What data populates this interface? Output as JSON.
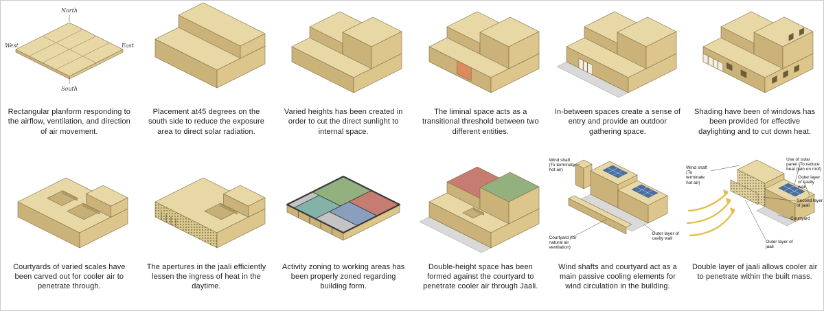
{
  "colors": {
    "sand_top": "#e8d8a6",
    "sand_left": "#cab278",
    "sand_right": "#dcc68b",
    "accent_orange": "#dc8a5e",
    "zone_red": "#c67c70",
    "zone_green": "#93b07f",
    "zone_teal": "#83b3a6",
    "zone_blue": "#8a9fc0",
    "solar_blue": "#4a6fa5",
    "wind_yellow": "#e3bf4e"
  },
  "panels": [
    {
      "caption": "Rectangular planform responding to the airflow, ventilation, and direction of air movement.",
      "compass": {
        "north": "North",
        "south": "South",
        "east": "East",
        "west": "West"
      }
    },
    {
      "caption": "Placement at45 degrees on the south side to reduce the exposure area to direct solar radiation."
    },
    {
      "caption": "Varied heights has been created in order to cut the direct sunlight to internal space."
    },
    {
      "caption": "The liminal space acts as a transitional threshold between two different entities."
    },
    {
      "caption": "In-between spaces create a sense of entry and provide an outdoor gathering space."
    },
    {
      "caption": "Shading have been of windows has been provided for effective daylighting and to cut down heat."
    },
    {
      "caption": "Courtyards of varied scales have been carved out for cooler air to penetrate through."
    },
    {
      "caption": "The apertures in the jaali efficiently lessen the ingress of heat in the daytime."
    },
    {
      "caption": "Activity zoning to working areas has been properly zoned regarding building form."
    },
    {
      "caption": "Double-height space has been formed against the courtyard to penetrate cooler air through Jaali."
    },
    {
      "caption": "Wind shafts and courtyard act as a main passive cooling elements for wind circulation in the building.",
      "labels": {
        "wind_shaft": "Wind shaft (To terminate hot air)",
        "courtyard": "Courtyard (for natural air ventilation)",
        "outer_cavity_wall": "Outer layer of cavity wall"
      }
    },
    {
      "caption": "Double layer of jaali allows cooler air to penetrate within the built mass.",
      "labels": {
        "solar_panel": "Use of solar panel (To reduce heat gain on roof)",
        "wind_shaft": "Wind shaft (To terminate hot air)",
        "outer_cavity_wall": "Outer layer of cavity wall",
        "second_jaali": "Second layer of jaali",
        "courtyard": "Courtyard",
        "outer_jaali": "Outer layer of jaali"
      }
    }
  ]
}
